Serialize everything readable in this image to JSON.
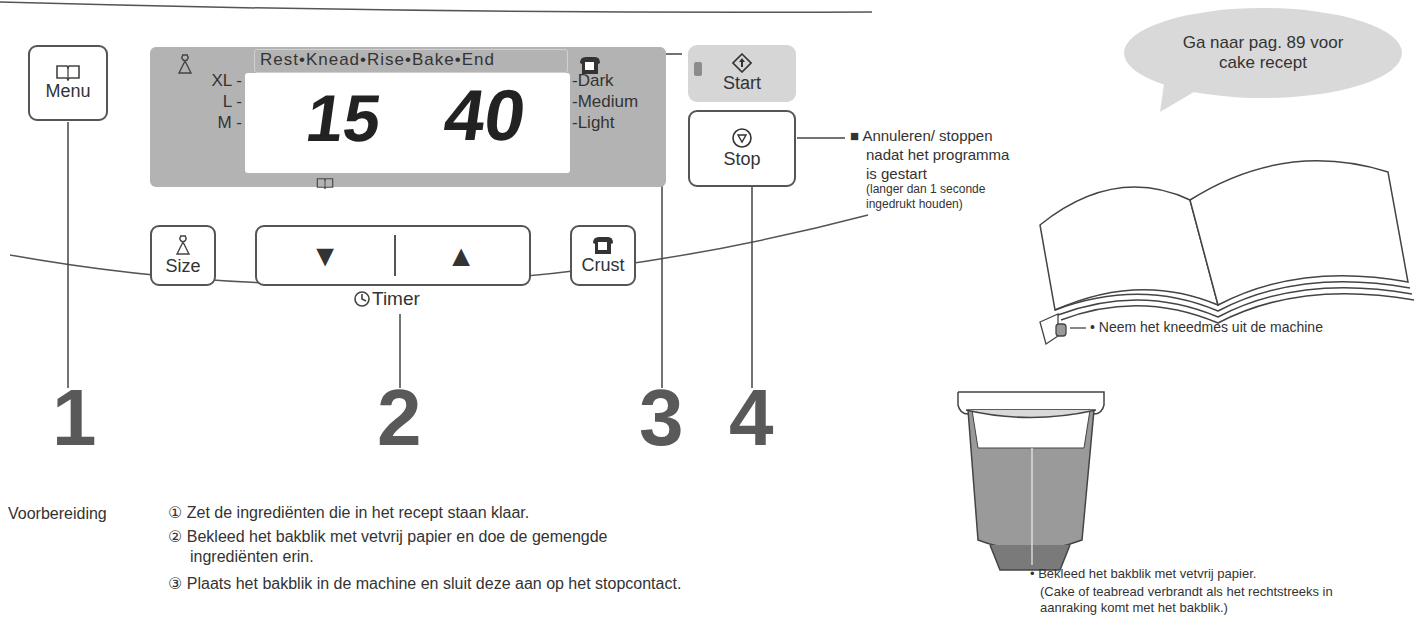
{
  "diagram": {
    "nodes": [
      {
        "text": [
          "Menu"
        ]
      },
      {
        "text": [
          "Rest•Knead•Rise•Bake•End",
          "XL -",
          "L -",
          "M -",
          "-Dark",
          "-Medium",
          "-Light"
        ]
      },
      {
        "text": [
          "15",
          "40"
        ],
        "in": 1
      },
      {
        "text": [
          "Start"
        ]
      },
      {
        "text": [
          "Stop"
        ]
      },
      {
        "text": [
          "Size"
        ]
      },
      {
        "text": [
          "▼",
          "▲"
        ]
      },
      {
        "text": [
          "Crust"
        ]
      },
      {
        "text": [
          "Ga naar pag. 89 voor cake recept"
        ]
      }
    ],
    "labels": [
      "Timer",
      "1",
      "2",
      "3",
      "4",
      "■ Annuleren/ stoppen nadat het programma is gestart",
      "(langer dan 1 seconde ingedrukt houden)",
      "• Neem het kneedmes uit de machine",
      "Voorbereiding",
      "① Zet de ingrediënten die in het recept staan klaar.",
      "② Bekleed het bakblik met vetvrij papier en doe de gemengde ingrediënten erin.",
      "③ Plaats het bakblik in de machine en sluit deze aan op het stopcontact.",
      "• Bekleed het bakblik met vetvrij papier.",
      "(Cake of teabread verbrandt als het rechtstreeks in aanraking komt met het bakblik.)"
    ]
  }
}
